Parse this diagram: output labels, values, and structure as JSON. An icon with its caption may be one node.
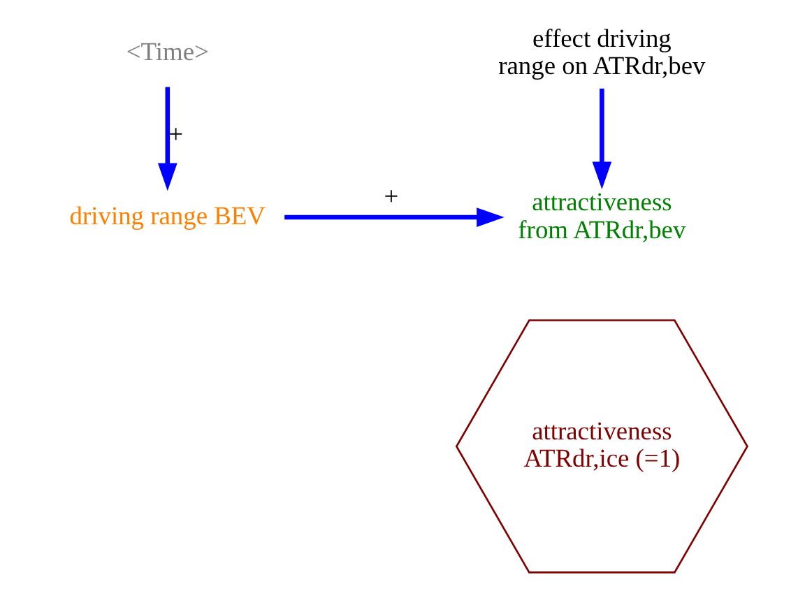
{
  "diagram": {
    "nodes": [
      {
        "text": [
          "<Time>"
        ]
      },
      {
        "text": [
          "effect driving range on ATRdr,bev"
        ]
      },
      {
        "text": [
          "driving range BEV"
        ]
      },
      {
        "text": [
          "attractiveness from ATRdr,bev"
        ]
      },
      {
        "text": [
          "attractiveness ATRdr,ice (=1)"
        ]
      }
    ],
    "edges": [
      {
        "from": 0,
        "to": 2,
        "arrow": "to",
        "label": "+"
      },
      {
        "from": 2,
        "to": 3,
        "arrow": "to",
        "label": "+"
      },
      {
        "from": 1,
        "to": 3,
        "arrow": "to"
      }
    ]
  }
}
